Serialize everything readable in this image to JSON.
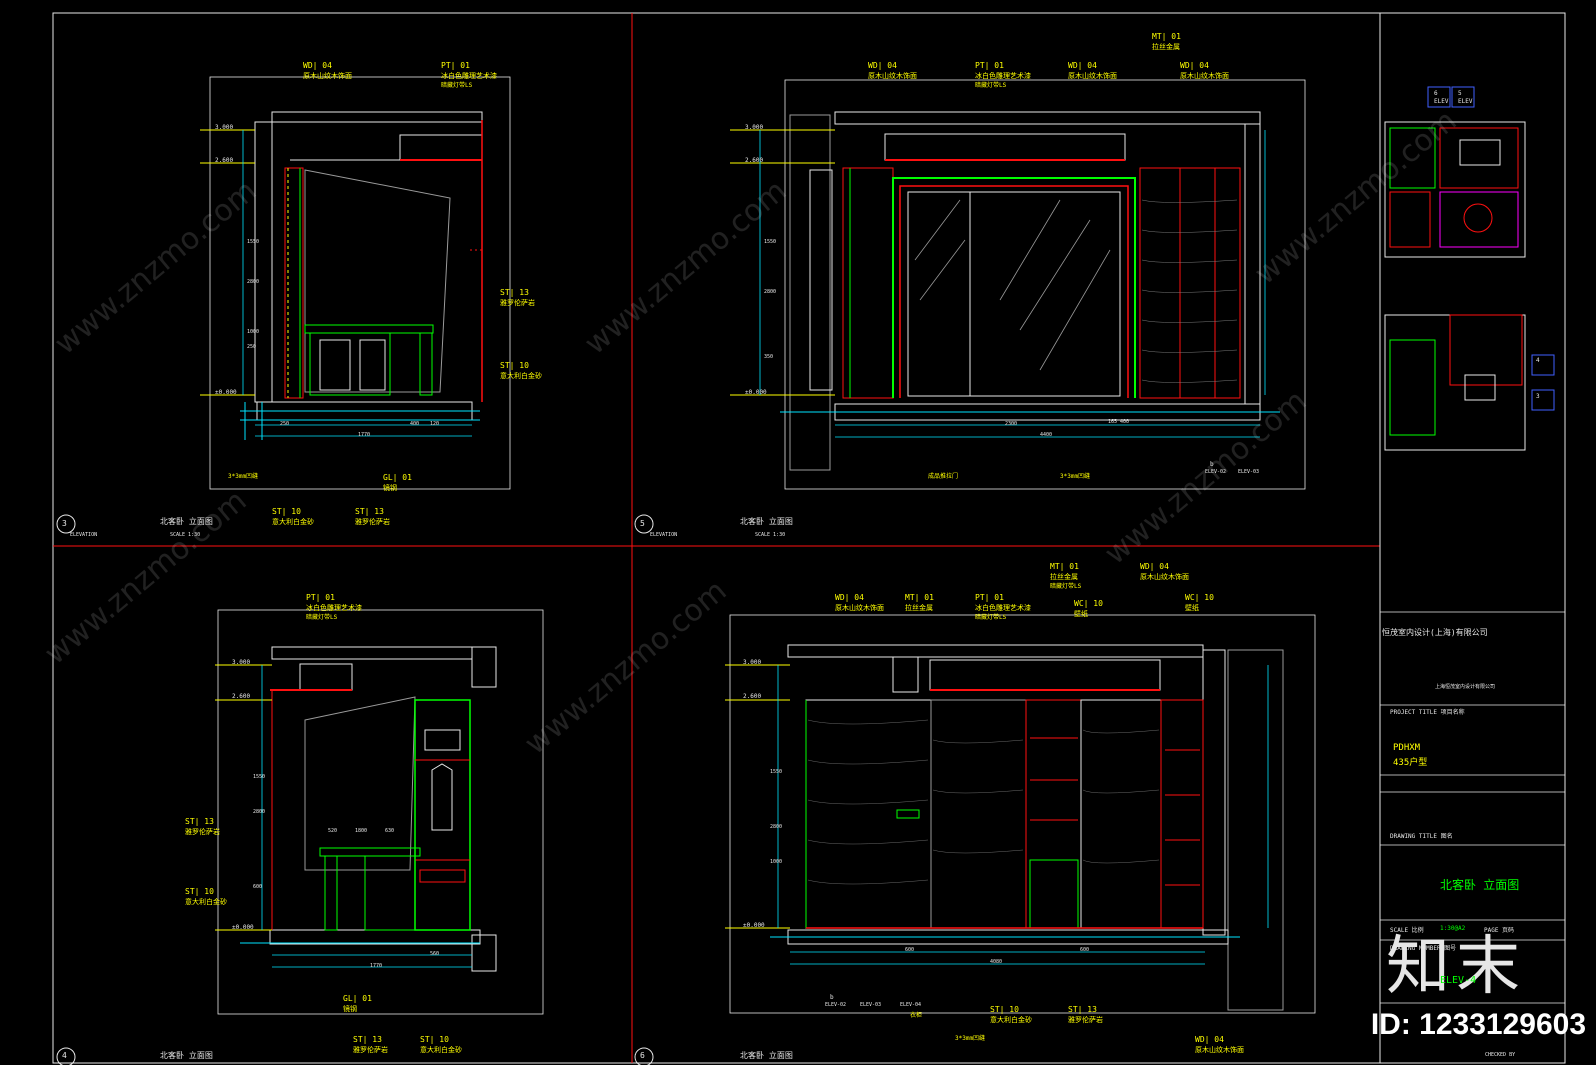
{
  "colors": {
    "frame": "#ffffff",
    "yellow": "#ffff00",
    "red": "#ff1010",
    "green": "#00ff00",
    "cyan": "#00e5ff",
    "blue": "#4060ff",
    "grey": "#9a9a9a",
    "white": "#e8e8e8",
    "magenta": "#ff00ff"
  },
  "watermark": {
    "text": "www.znzmo.com",
    "brand": "知末",
    "id_label": "ID: 1233129603"
  },
  "elevations": {
    "e3": {
      "number": "3",
      "sheet_title": "北客卧 立面图",
      "label": "ELEVATION",
      "scale": "SCALE  1:30",
      "levels": [
        "3.000",
        "2.600",
        "±0.000"
      ],
      "dims_vertical": [
        "1550",
        "2800",
        "1000",
        "250"
      ],
      "dims_horizontal": [
        "250",
        "1770",
        "400",
        "120"
      ],
      "tags": [
        {
          "code": "WD| 04",
          "desc": "原木山纹木饰面"
        },
        {
          "code": "PT| 01",
          "desc": "冰白色雕理艺术漆",
          "sub": "暗藏灯带LS"
        },
        {
          "code": "ST| 13",
          "desc": "雅罗伦萨岩"
        },
        {
          "code": "ST| 10",
          "desc": "意大利白金砂"
        },
        {
          "code": "GL| 01",
          "desc": "镜钢"
        }
      ],
      "bottom_tags": [
        {
          "code": "ST| 10",
          "desc": "意大利白金砂"
        },
        {
          "code": "ST| 13",
          "desc": "雅罗伦萨岩"
        }
      ],
      "note": "3*3mm凹缝"
    },
    "e5": {
      "number": "5",
      "sheet_title": "北客卧 立面图",
      "label": "ELEVATION",
      "scale": "SCALE  1:30",
      "levels": [
        "3.000",
        "2.600",
        "±0.000"
      ],
      "dims_vertical": [
        "1550",
        "2800",
        "350"
      ],
      "dims_horizontal": [
        "2300",
        "165",
        "400",
        "4400"
      ],
      "tags": [
        {
          "code": "WD| 04",
          "desc": "原木山纹木饰面"
        },
        {
          "code": "PT| 01",
          "desc": "冰白色雕理艺术漆",
          "sub": "暗藏灯带LS"
        },
        {
          "code": "MT| 01",
          "desc": "拉丝金属"
        },
        {
          "code": "WD| 04",
          "desc": "原木山纹木饰面"
        },
        {
          "code": "WD| 04",
          "desc": "原木山纹木饰面"
        }
      ],
      "bottom_notes": [
        "成品推拉门",
        "3*3mm凹缝"
      ],
      "markers": [
        {
          "n": "b",
          "s": "ELEV-02"
        },
        {
          "n": "",
          "s": "ELEV-03"
        }
      ]
    },
    "e4": {
      "number": "4",
      "sheet_title": "北客卧 立面图",
      "levels": [
        "3.000",
        "2.600",
        "±0.000"
      ],
      "dims_vertical": [
        "1550",
        "2800",
        "600"
      ],
      "dims_horizontal": [
        "1800",
        "520",
        "630",
        "560",
        "1770"
      ],
      "tags": [
        {
          "code": "PT| 01",
          "desc": "冰白色雕理艺术漆",
          "sub": "暗藏灯带LS"
        },
        {
          "code": "ST| 13",
          "desc": "雅罗伦萨岩"
        },
        {
          "code": "ST| 10",
          "desc": "意大利白金砂"
        }
      ],
      "bottom_tags": [
        {
          "code": "GL| 01",
          "desc": "镜钢"
        },
        {
          "code": "ST| 13",
          "desc": "雅罗伦萨岩"
        },
        {
          "code": "ST| 10",
          "desc": "意大利白金砂"
        }
      ]
    },
    "e6": {
      "number": "6",
      "sheet_title": "北客卧 立面图",
      "levels": [
        "3.000",
        "2.600",
        "±0.000"
      ],
      "dims_vertical": [
        "1550",
        "2800",
        "1000"
      ],
      "dims_horizontal": [
        "4080",
        "600",
        "600"
      ],
      "tags": [
        {
          "code": "WD| 04",
          "desc": "原木山纹木饰面"
        },
        {
          "code": "MT| 01",
          "desc": "拉丝金属"
        },
        {
          "code": "PT| 01",
          "desc": "冰白色雕理艺术漆",
          "sub": "暗藏灯带LS"
        },
        {
          "code": "MT| 01",
          "desc": "拉丝金属",
          "sub": "暗藏灯带LS"
        },
        {
          "code": "WC| 10",
          "desc": "壁纸"
        },
        {
          "code": "WD| 04",
          "desc": "原木山纹木饰面"
        },
        {
          "code": "WC| 10",
          "desc": "壁纸"
        }
      ],
      "bottom_tags": [
        {
          "code": "ST| 10",
          "desc": "意大利白金砂"
        },
        {
          "code": "ST| 13",
          "desc": "雅罗伦萨岩"
        },
        {
          "code": "WD| 04",
          "desc": "原木山纹木饰面"
        }
      ],
      "notes": [
        "3*3mm凹缝",
        "衣柜"
      ],
      "markers": [
        {
          "n": "b",
          "s": "ELEV-02"
        },
        {
          "n": "",
          "s": "ELEV-03"
        },
        {
          "n": "",
          "s": "ELEV-04"
        }
      ]
    }
  },
  "title_block": {
    "company": "恒茂室内设计(上海)有限公司",
    "company_sub": "上海恒茂室内设计有限公司",
    "project_title_label": "PROJECT TITLE 项目名称",
    "project_code": "PDHXM",
    "project_type": "435户型",
    "drawing_title_label": "DRAWING TITLE 图名",
    "drawing_title": "北客卧 立面图",
    "scale_label": "SCALE 比例",
    "scale_value": "1:30@A2",
    "page_label": "PAGE 页码",
    "drawing_number_label": "DRAWING NUMBER 图号",
    "drawing_number": "ELEV-4",
    "checked_label": "CHECKED BY",
    "key_labels": [
      "6",
      "5",
      "4",
      "3",
      "ELEV",
      "ELEV"
    ]
  }
}
